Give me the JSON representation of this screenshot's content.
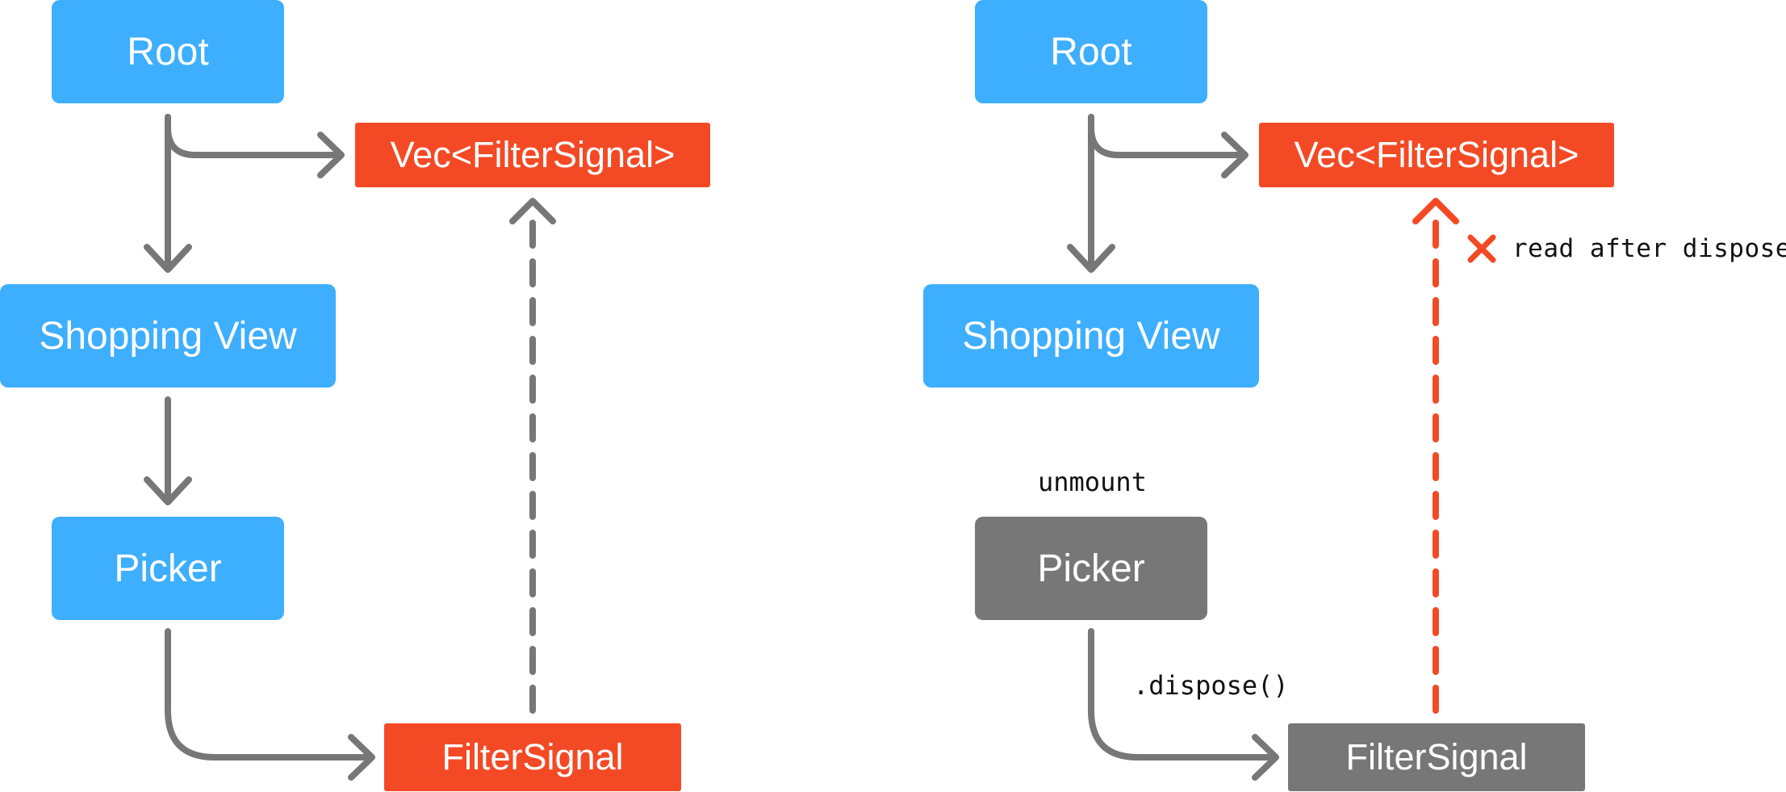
{
  "colors": {
    "blue": "#3eaefe",
    "red": "#f34a25",
    "gray": "#777777",
    "arrow": "#777777",
    "error_arrow": "#f34a25"
  },
  "left": {
    "root": "Root",
    "vec": "Vec<FilterSignal>",
    "shopping_view": "Shopping View",
    "picker": "Picker",
    "filter_signal": "FilterSignal"
  },
  "right": {
    "root": "Root",
    "vec": "Vec<FilterSignal>",
    "shopping_view": "Shopping View",
    "picker": "Picker",
    "filter_signal": "FilterSignal",
    "unmount_label": "unmount",
    "dispose_label": ".dispose()",
    "error_label": "read after dispose",
    "error_icon": "cross-mark-icon"
  }
}
